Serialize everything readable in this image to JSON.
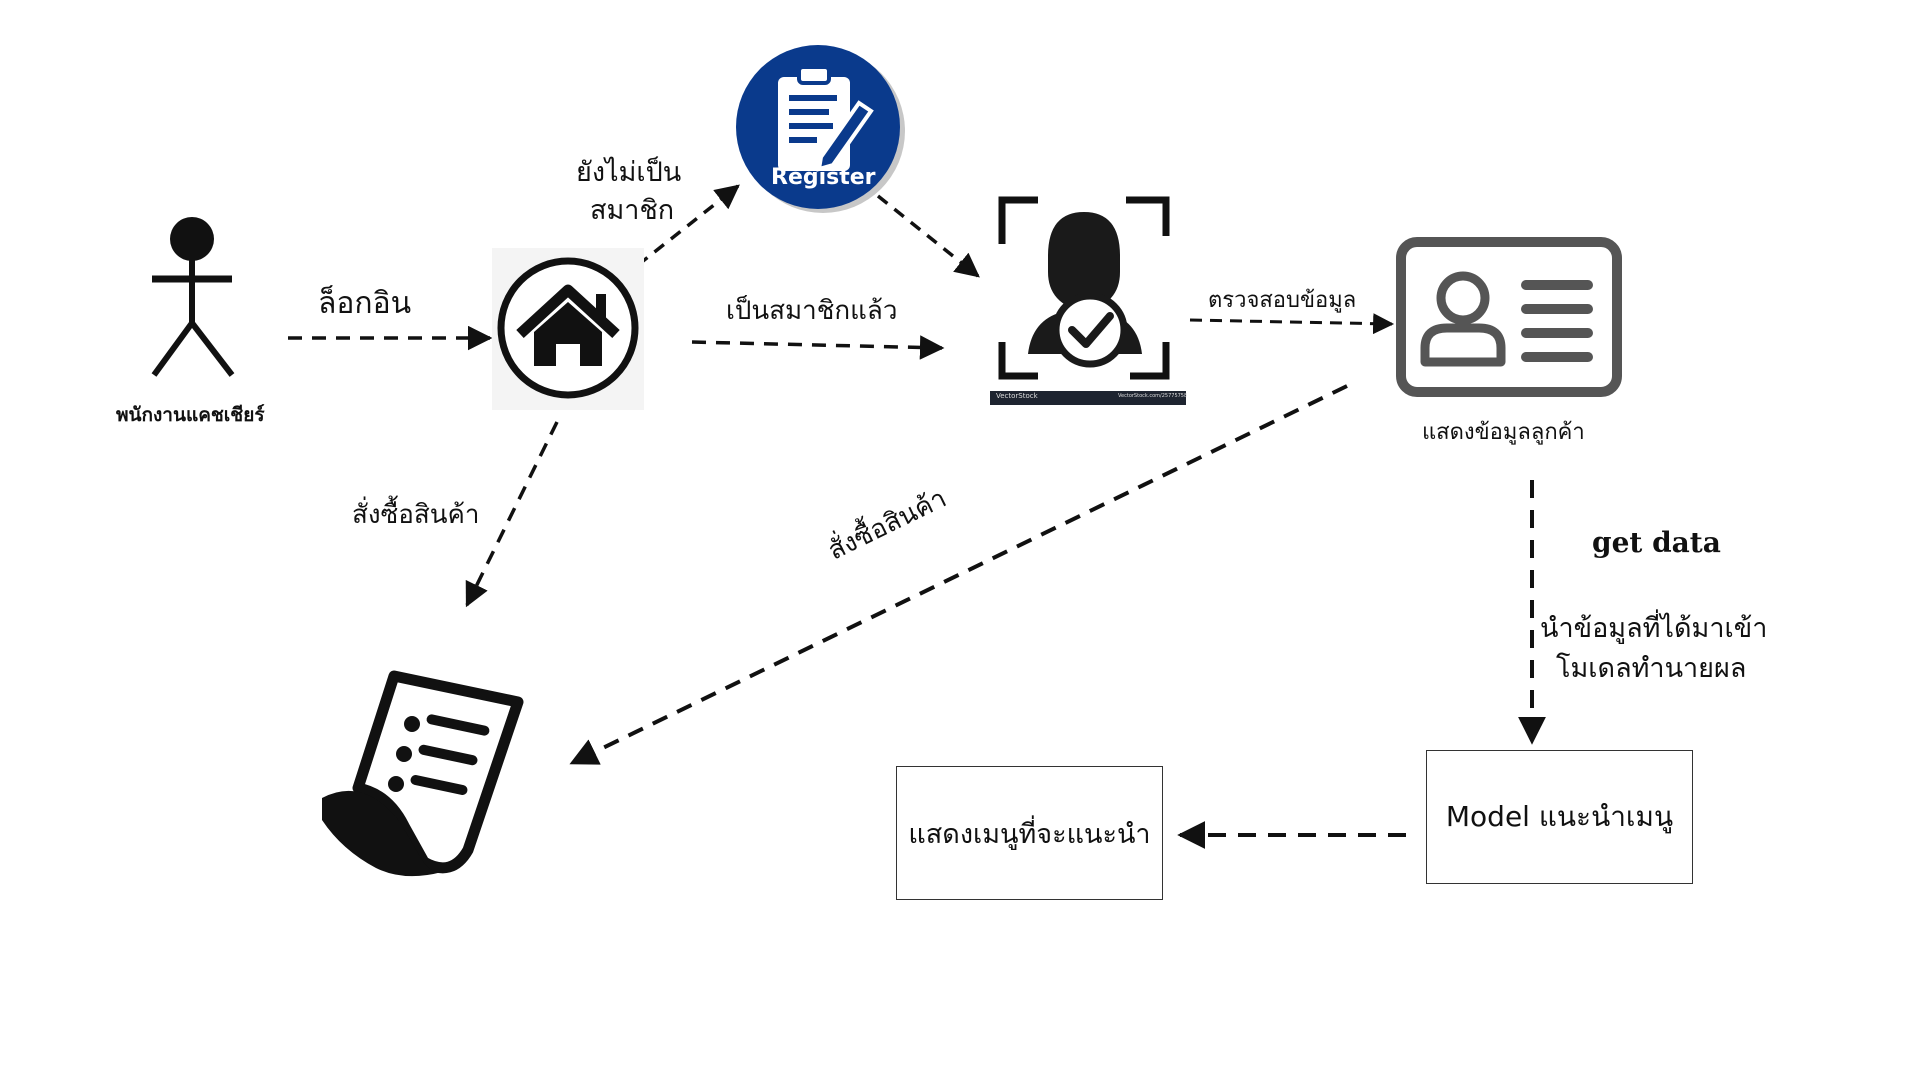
{
  "actor": {
    "label": "พนักงานแคชเชียร์",
    "icon": "stick-figure-icon"
  },
  "home": {
    "icon": "home-icon"
  },
  "register": {
    "label": "Register",
    "icon": "clipboard-register-icon"
  },
  "verify": {
    "icon": "face-verify-icon",
    "watermark_left": "VectorStock",
    "watermark_right": "VectorStock.com/25775758"
  },
  "customer_card": {
    "label": "แสดงข้อมูลลูกค้า",
    "icon": "id-card-icon"
  },
  "receipt": {
    "icon": "receipt-icon"
  },
  "model_box": {
    "label": "Model แนะนำเมนู"
  },
  "menu_box": {
    "label": "แสดงเมนูที่จะแนะนำ"
  },
  "edges": {
    "login": "ล็อกอิน",
    "not_member_line1": "ยังไม่เป็น",
    "not_member_line2": "สมาชิก",
    "is_member": "เป็นสมาชิกแล้ว",
    "check_data": "ตรวจสอบข้อมูล",
    "order_left": "สั่งซื้อสินค้า",
    "order_diag": "สั่งซื้อสินค้า",
    "get_data": "get data",
    "feed_line1": "นำข้อมูลที่ได้มาเข้า",
    "feed_line2": "โมเดลทำนายผล"
  },
  "colors": {
    "ink": "#111111",
    "register_blue": "#0a3a8c",
    "icon_gray": "#555555"
  }
}
